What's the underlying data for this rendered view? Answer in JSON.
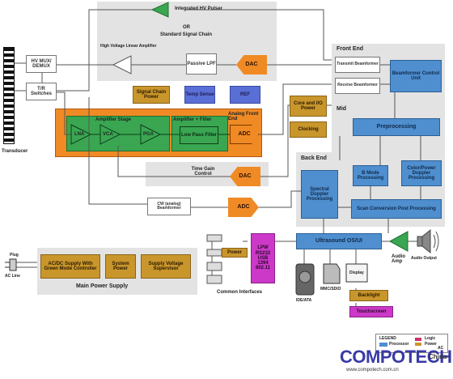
{
  "diagram": {
    "transducer": "Transducer",
    "hv_mux": "HV MUX/ DEMUX",
    "tr_switches": "T/R Switches",
    "integrated_hv_pulser": "Integrated HV Pulser",
    "or": "OR",
    "standard_signal_chain": "Standard Signal Chain",
    "hv_linear_amp": "High Voltage Linear Amplifier",
    "passive_lpf": "Passive LPF",
    "dac": "DAC",
    "signal_chain_power": "Signal Chain Power",
    "temp_sense": "Temp Sense",
    "ref": "REF",
    "analog_front_end": "Analog Front End",
    "amplifier_stage": "Amplifier Stage",
    "amplifier_filter": "Amplifier + Filter",
    "lna": "LNA",
    "vca": "VCA",
    "pga": "PGA",
    "low_pass_filter": "Low Pass Filter",
    "adc": "ADC",
    "time_gain_control": "Time Gain Control",
    "cw_beamformer": "CW (analog) Beamformer",
    "front_end": "Front End",
    "transmit_beamformer": "Transmit Beamformer",
    "receive_beamformer": "Receive Beamformer",
    "beamformer_control_unit": "Beamformer Control Unit",
    "core_io_power": "Core and I/O Power",
    "clocking": "Clocking",
    "mid": "Mid",
    "preprocessing": "Preprocessing",
    "back_end": "Back End",
    "bmode_processing": "B Mode Processing",
    "color_power_doppler": "Color/Power Doppler Processing",
    "spectral_doppler": "Spectral Doppler Processing",
    "scan_conversion": "Scan Conversion Post Processing",
    "ultrasound_os_ui": "Ultrasound OS/UI",
    "audio_amp": "Audio Amp",
    "audio_output": "Audio Output",
    "power": "Power",
    "lpw_interfaces": "LPW RS232 USB 1394 802.11",
    "common_interfaces": "Common Interfaces",
    "ide_ata": "IDE/ATA",
    "mmc_sdio": "MMC/SDIO",
    "display": "Display",
    "backlight": "Backlight",
    "touchscreen": "Touchscreen",
    "plug": "Plug",
    "ac_line": "AC Line",
    "acdc_supply": "AC/DC Supply With Green Mode Controller",
    "system_power": "System Power",
    "supply_voltage_supervisor": "Supply Voltage Supervisor",
    "main_power_supply": "Main Power Supply",
    "legend_title": "LEGEND",
    "legend_processor": "Processor",
    "legend_logic": "Logic",
    "legend_power": "Power",
    "legend_ac": "AC",
    "watermark": "COMPOTECH",
    "watermark_sub": "China",
    "watermark_url": "www.compotech.com.cn"
  },
  "colors": {
    "blue": "#4f8fcf",
    "gold": "#c9962c",
    "green": "#3aa652",
    "orange": "#f08a24",
    "magenta": "#cc39c8",
    "purple": "#5a6fd6",
    "brand": "#3a3aa8"
  }
}
